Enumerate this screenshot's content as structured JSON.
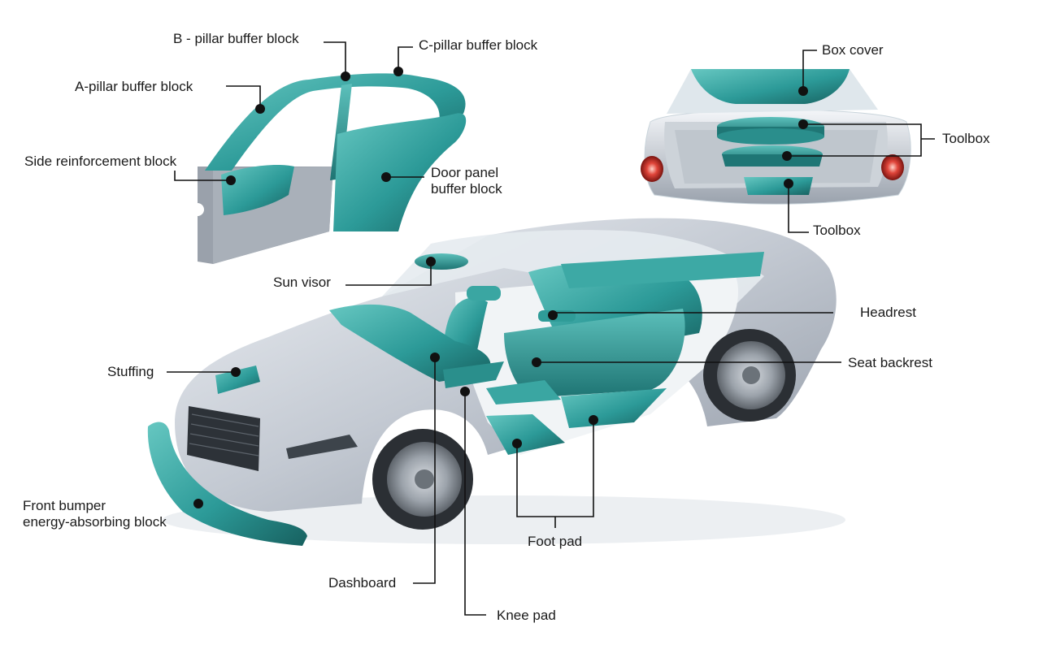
{
  "labels": {
    "b_pillar": "B - pillar buffer block",
    "c_pillar": "C-pillar buffer block",
    "a_pillar": "A-pillar buffer block",
    "side_reinforcement": "Side reinforcement block",
    "door_panel_line1": "Door panel",
    "door_panel_line2": "buffer block",
    "box_cover": "Box cover",
    "toolbox_right": "Toolbox",
    "toolbox_bottom": "Toolbox",
    "sun_visor": "Sun visor",
    "headrest": "Headrest",
    "seat_backrest": "Seat backrest",
    "stuffing": "Stuffing",
    "front_bumper_line1": "Front bumper",
    "front_bumper_line2": "energy-absorbing block",
    "foot_pad": "Foot pad",
    "dashboard": "Dashboard",
    "knee_pad": "Knee pad"
  },
  "colors": {
    "teal": "#2c9a98",
    "teal_dark": "#1c6f6e",
    "teal_light": "#5cc0bb",
    "silver": "#c9ced6",
    "silver_dark": "#8d949e",
    "glass": "#e9eef2",
    "light_red": "#e0453a"
  }
}
